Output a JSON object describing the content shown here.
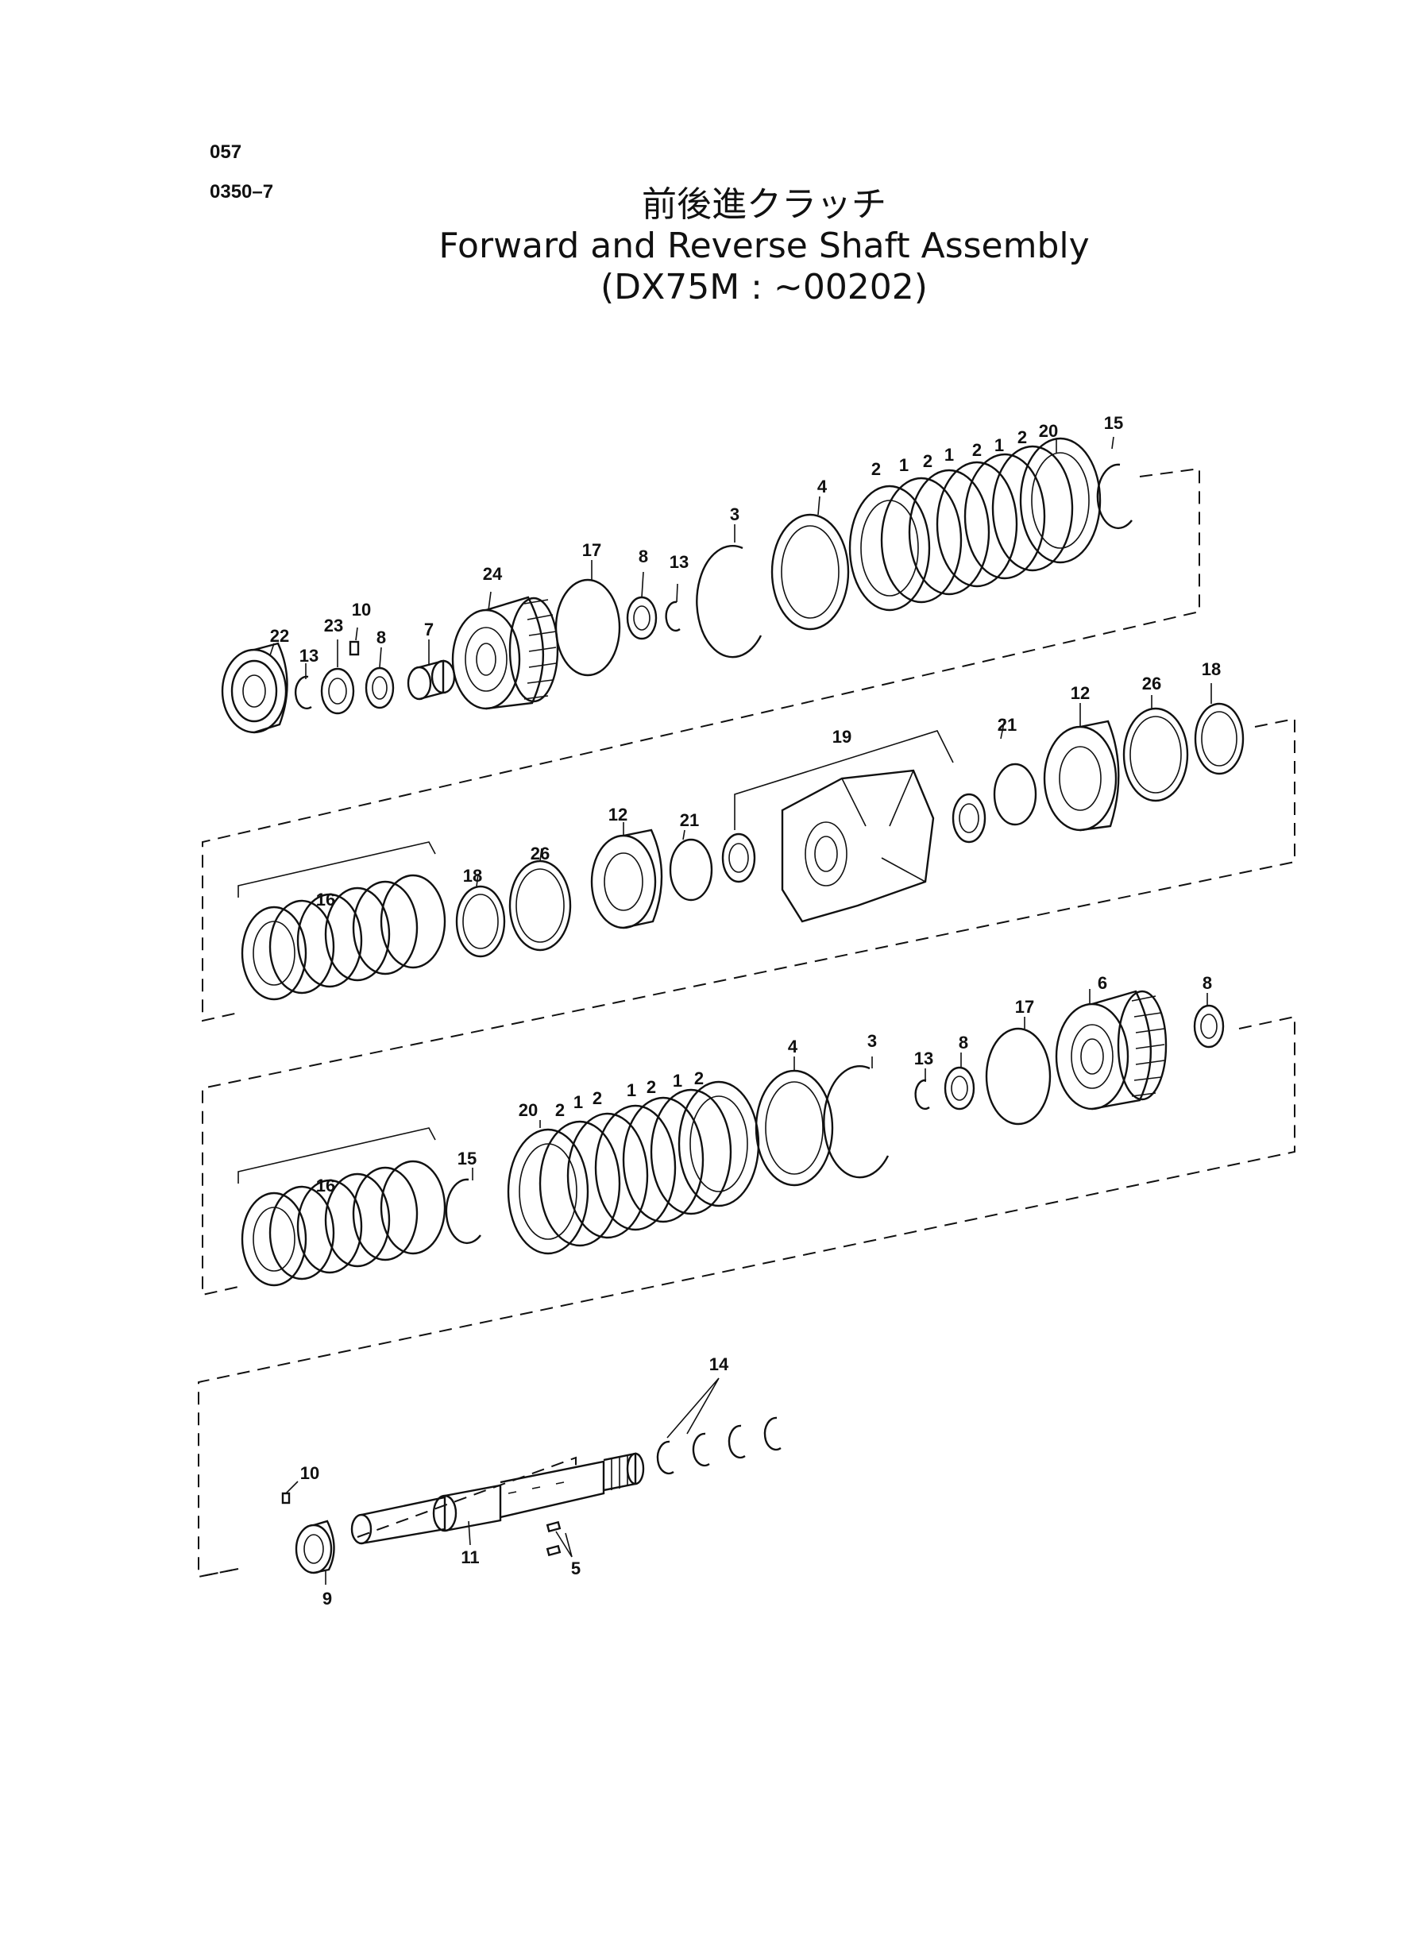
{
  "header": {
    "code_top": "057",
    "code_bottom": "0350–7"
  },
  "title": {
    "japanese": "前後進クラッチ",
    "english": "Forward and Reverse Shaft Assembly",
    "model_range": "(DX75M : ∼00202)"
  },
  "callouts": [
    "1",
    "2",
    "3",
    "4",
    "5",
    "6",
    "7",
    "8",
    "9",
    "10",
    "11",
    "12",
    "13",
    "14",
    "15",
    "16",
    "17",
    "18",
    "19",
    "20",
    "21",
    "22",
    "23",
    "24",
    "26"
  ]
}
